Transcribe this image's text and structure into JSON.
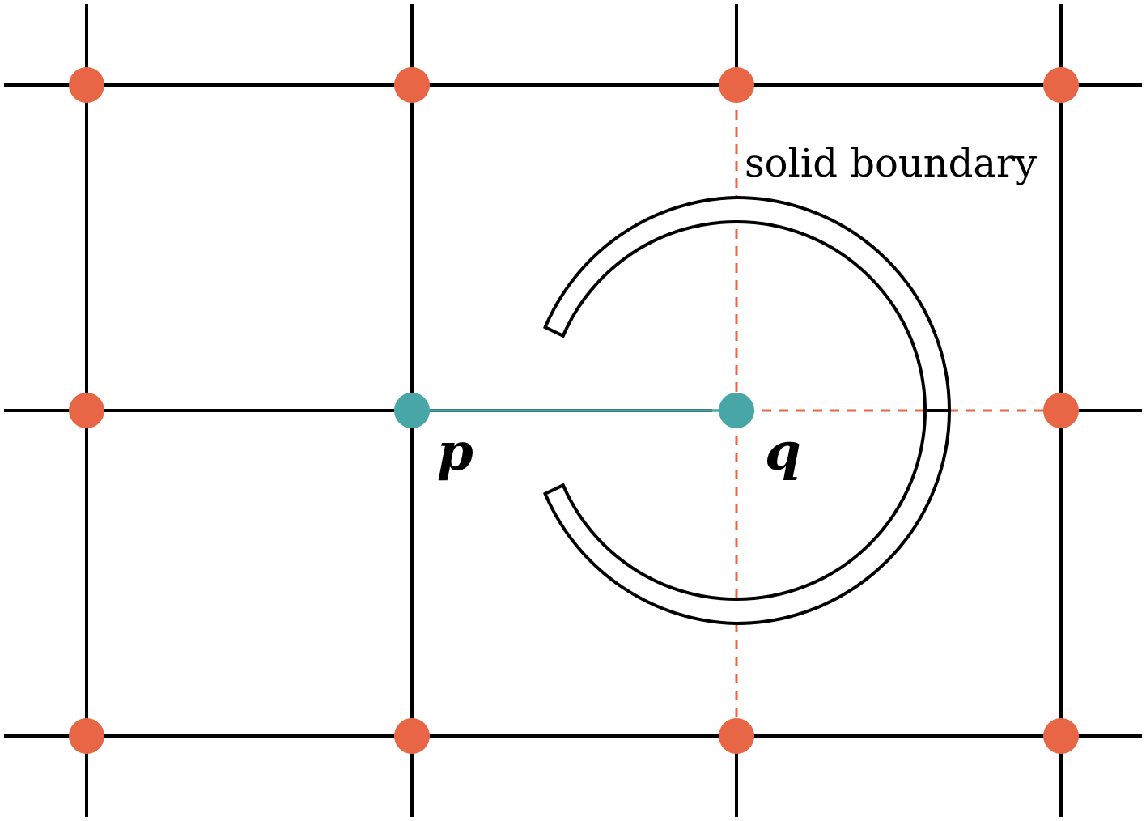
{
  "colors": {
    "grid": "#000000",
    "grid_node": "#e86645",
    "highlight_node": "#49a6a6",
    "dashed_edge": "#e86645",
    "link": "#49a6a6"
  },
  "labels": {
    "p": "p",
    "q": "q",
    "boundary": "solid boundary"
  }
}
